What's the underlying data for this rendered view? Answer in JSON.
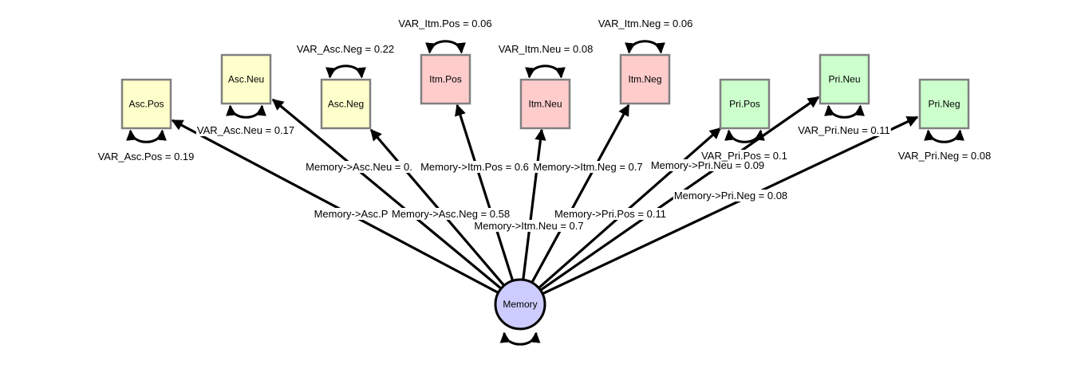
{
  "latent": {
    "id": "memory",
    "label": "Memory",
    "color": "#ccccff"
  },
  "indicators": [
    {
      "id": "asc-pos",
      "label": "Asc.Pos",
      "color": "#ffffcc"
    },
    {
      "id": "asc-neu",
      "label": "Asc.Neu",
      "color": "#ffffcc"
    },
    {
      "id": "asc-neg",
      "label": "Asc.Neg",
      "color": "#ffffcc"
    },
    {
      "id": "itm-pos",
      "label": "Itm.Pos",
      "color": "#ffcccc"
    },
    {
      "id": "itm-neu",
      "label": "Itm.Neu",
      "color": "#ffcccc"
    },
    {
      "id": "itm-neg",
      "label": "Itm.Neg",
      "color": "#ffcccc"
    },
    {
      "id": "pri-pos",
      "label": "Pri.Pos",
      "color": "#ccffcc"
    },
    {
      "id": "pri-neu",
      "label": "Pri.Neu",
      "color": "#ccffcc"
    },
    {
      "id": "pri-neg",
      "label": "Pri.Neg",
      "color": "#ccffcc"
    }
  ],
  "loadings": [
    {
      "id": "asc-pos",
      "label": "Memory->Asc.P⁠"
    },
    {
      "id": "asc-neu",
      "label": "Memory->Asc.Neu = 0."
    },
    {
      "id": "asc-neg",
      "label": "Memory->Asc.Neg = 0.58"
    },
    {
      "id": "itm-pos",
      "label": "Memory->Itm.Pos = 0.6"
    },
    {
      "id": "itm-neu",
      "label": "Memory->Itm.Neu = 0.7"
    },
    {
      "id": "itm-neg",
      "label": "Memory->Itm.Neg = 0.7"
    },
    {
      "id": "pri-pos",
      "label": "Memory->Pri.Pos = 0.11"
    },
    {
      "id": "pri-neu",
      "label": "Memory->Pri.Neu = 0.09"
    },
    {
      "id": "pri-neg",
      "label": "Memory->Pri.Neg = 0.08"
    }
  ],
  "variances": [
    {
      "id": "asc-pos",
      "label": "VAR_Asc.Pos = 0.19"
    },
    {
      "id": "asc-neu",
      "label": "VAR_Asc.Neu = 0.17"
    },
    {
      "id": "asc-neg",
      "label": "VAR_Asc.Neg = 0.22"
    },
    {
      "id": "itm-pos",
      "label": "VAR_Itm.Pos = 0.06"
    },
    {
      "id": "itm-neu",
      "label": "VAR_Itm.Neu = 0.08"
    },
    {
      "id": "itm-neg",
      "label": "VAR_Itm.Neg = 0.06"
    },
    {
      "id": "pri-pos",
      "label": "VAR_Pri.Pos = 0.1"
    },
    {
      "id": "pri-neu",
      "label": "VAR_Pri.Neu = 0.11"
    },
    {
      "id": "pri-neg",
      "label": "VAR_Pri.Neg = 0.08"
    }
  ]
}
